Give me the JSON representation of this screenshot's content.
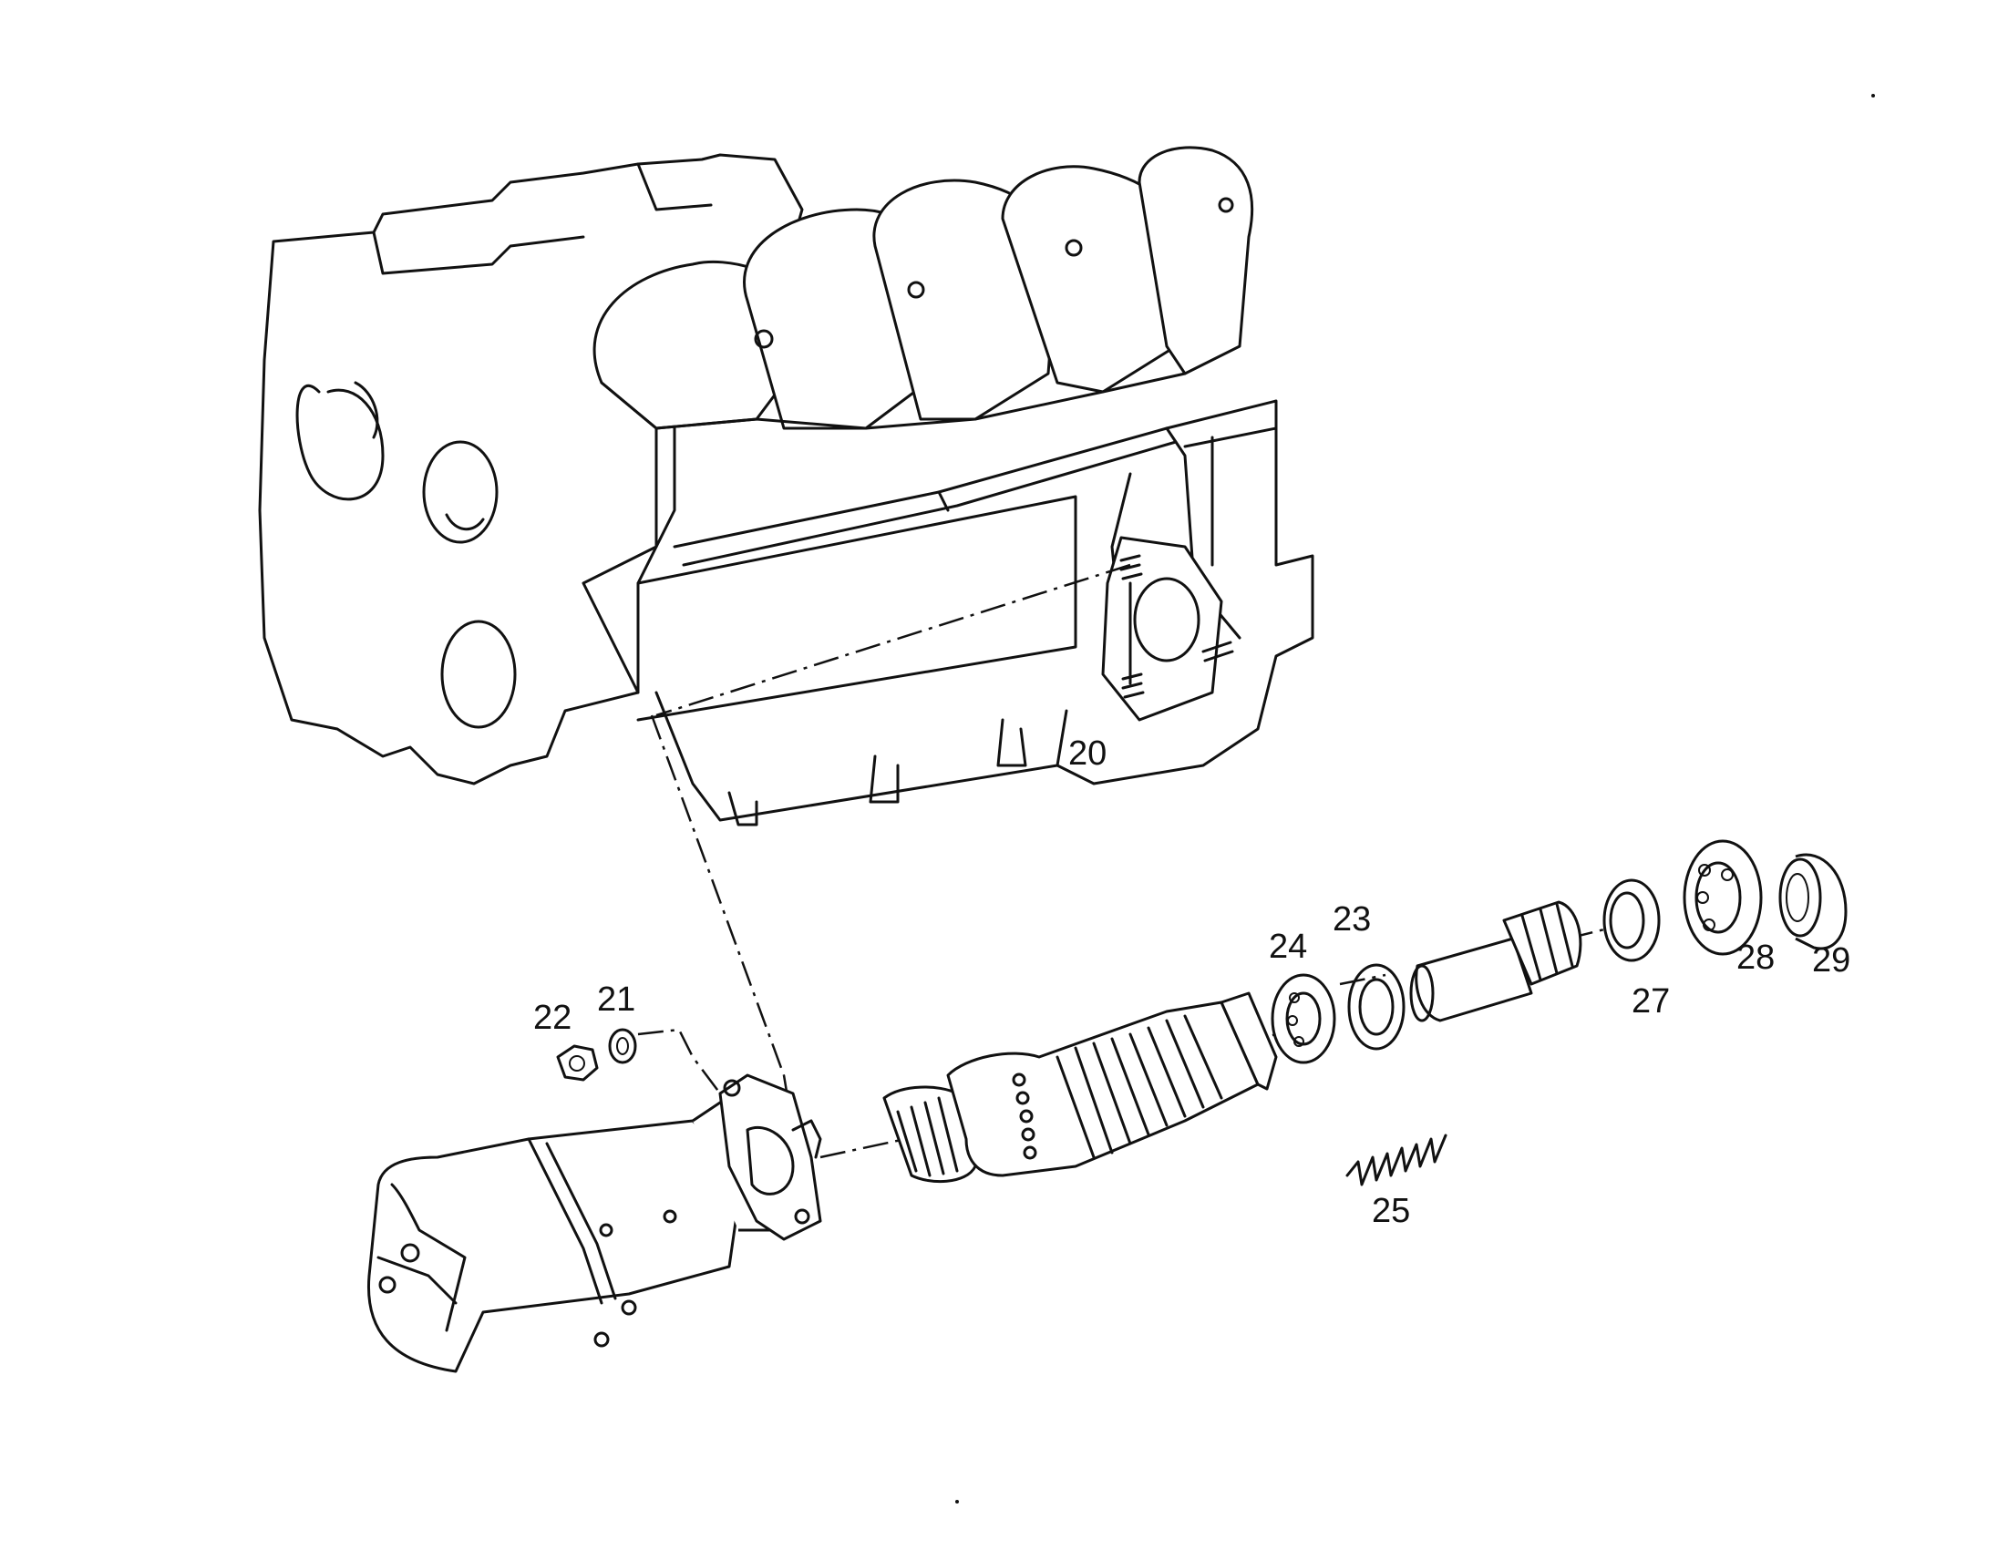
{
  "callouts": {
    "c20": "20",
    "c21": "21",
    "c22": "22",
    "c23": "23",
    "c24": "24",
    "c25": "25",
    "c27": "27",
    "c28": "28",
    "c29": "29"
  }
}
